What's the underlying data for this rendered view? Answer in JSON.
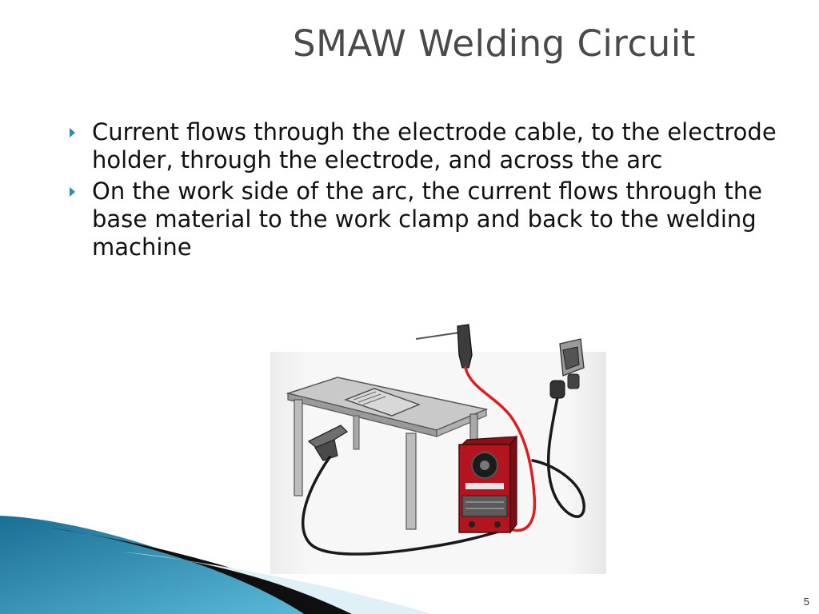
{
  "slide": {
    "title": "SMAW Welding Circuit",
    "bullets": [
      "Current flows through the electrode cable, to the electrode holder, through the electrode, and across the arc",
      "On the work side of the arc, the current flows through the base material to the work clamp and back to the welding machine"
    ],
    "page_number": "5",
    "colors": {
      "bullet_marker": "#2e8bb0",
      "electrode_cable": "#d91f1f",
      "work_cable": "#1a1a1a",
      "machine_body": "#b3141e"
    }
  }
}
